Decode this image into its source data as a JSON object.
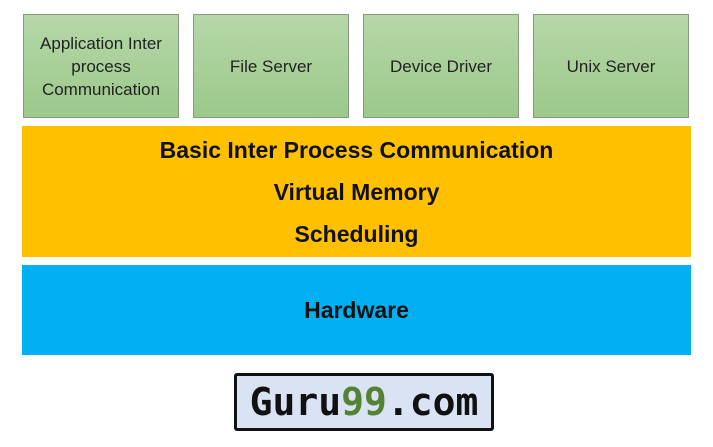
{
  "servers": [
    "Application Inter process Communication",
    "File Server",
    "Device Driver",
    "Unix Server"
  ],
  "kernel": [
    "Basic Inter Process Communication",
    "Virtual Memory",
    "Scheduling"
  ],
  "hardware": "Hardware",
  "logo": {
    "text1": "Guru",
    "text2": "99",
    "text3": ".com"
  },
  "colors": {
    "green": "#a9d18e",
    "orange": "#ffc000",
    "blue": "#00b0f0",
    "logo_bg": "#dae3f3",
    "logo_accent": "#548235"
  }
}
